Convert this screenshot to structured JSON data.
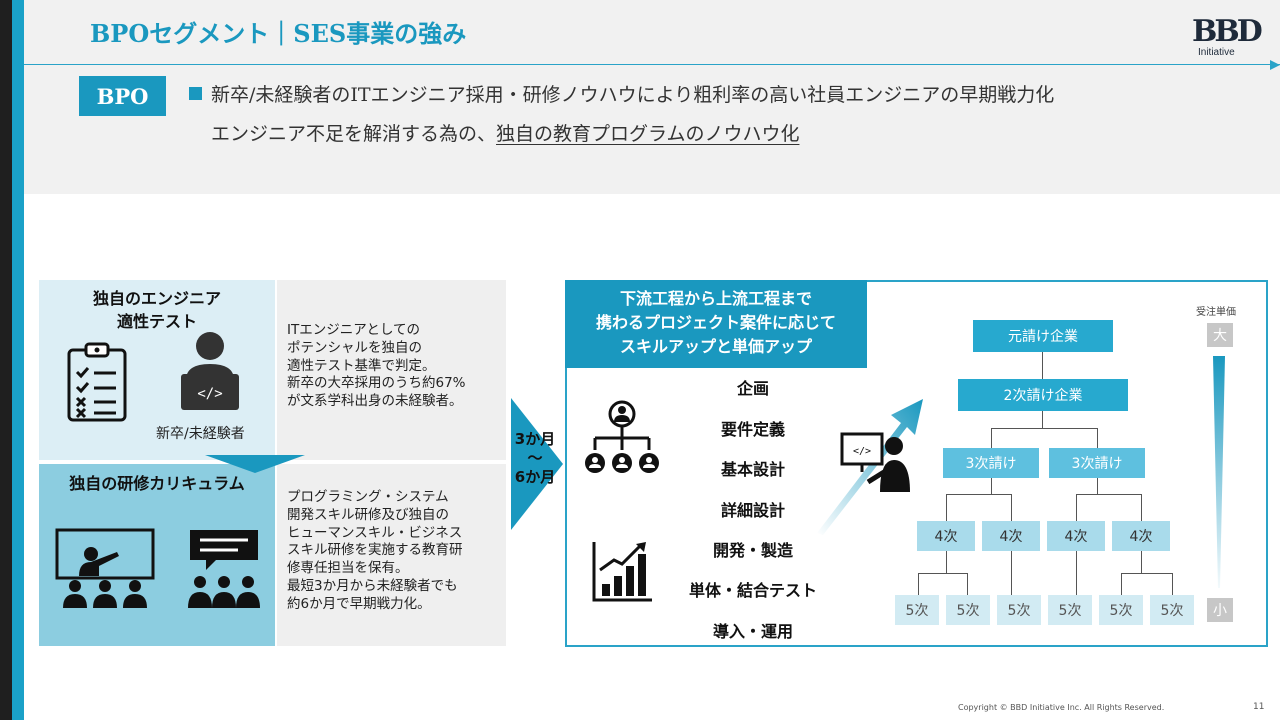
{
  "header": {
    "title": "BPOセグメント｜SES事業の強み",
    "logo_mark": "BBD",
    "logo_sub": "Initiative",
    "badge": "BPO",
    "lead_line1": "新卒/未経験者のITエンジニア採用・研修ノウハウにより粗利率の高い社員エンジニアの早期戦力化",
    "lead_line2_prefix": "エンジニア不足を解消する為の、",
    "lead_line2_underlined": "独自の教育プログラムのノウハウ化"
  },
  "left": {
    "aptitude": {
      "heading": "独自のエンジニア\n適性テスト",
      "caption": "新卒/未経験者",
      "body": "ITエンジニアとしての\nポテンシャルを独自の\n適性テスト基準で判定。\n新卒の大卒採用のうち約67%\nが文系学科出身の未経験者。"
    },
    "training": {
      "heading": "独自の研修カリキュラム",
      "body": "プログラミング・システム\n開発スキル研修及び独自の\nヒューマンスキル・ビジネス\nスキル研修を実施する教育研\n修専任担当を保有。\n最短3か月から未経験者でも\n約6か月で早期戦力化。"
    },
    "period": "3か月\n～\n6か月"
  },
  "right": {
    "header": "下流工程から上流工程まで\n携わるプロジェクト案件に応じて\nスキルアップと単価アップ",
    "stages": [
      "企画",
      "要件定義",
      "基本設計",
      "詳細設計",
      "開発・製造",
      "単体・結合テスト",
      "導入・運用"
    ],
    "tiers": {
      "prime": "元請け企業",
      "second": "2次請け企業",
      "third": [
        "3次請け",
        "3次請け"
      ],
      "fourth": [
        "4次",
        "4次",
        "4次",
        "4次"
      ],
      "fifth": [
        "5次",
        "5次",
        "5次",
        "5次",
        "5次",
        "5次"
      ]
    },
    "price": {
      "label": "受注単価",
      "high": "大",
      "low": "小"
    }
  },
  "footer": {
    "copyright": "Copyright © BBD Initiative Inc. All Rights Reserved.",
    "page": "11"
  },
  "colors": {
    "accent": "#1a98bf",
    "light_panel": "#dceef5",
    "mid_panel": "#8ccde0"
  }
}
